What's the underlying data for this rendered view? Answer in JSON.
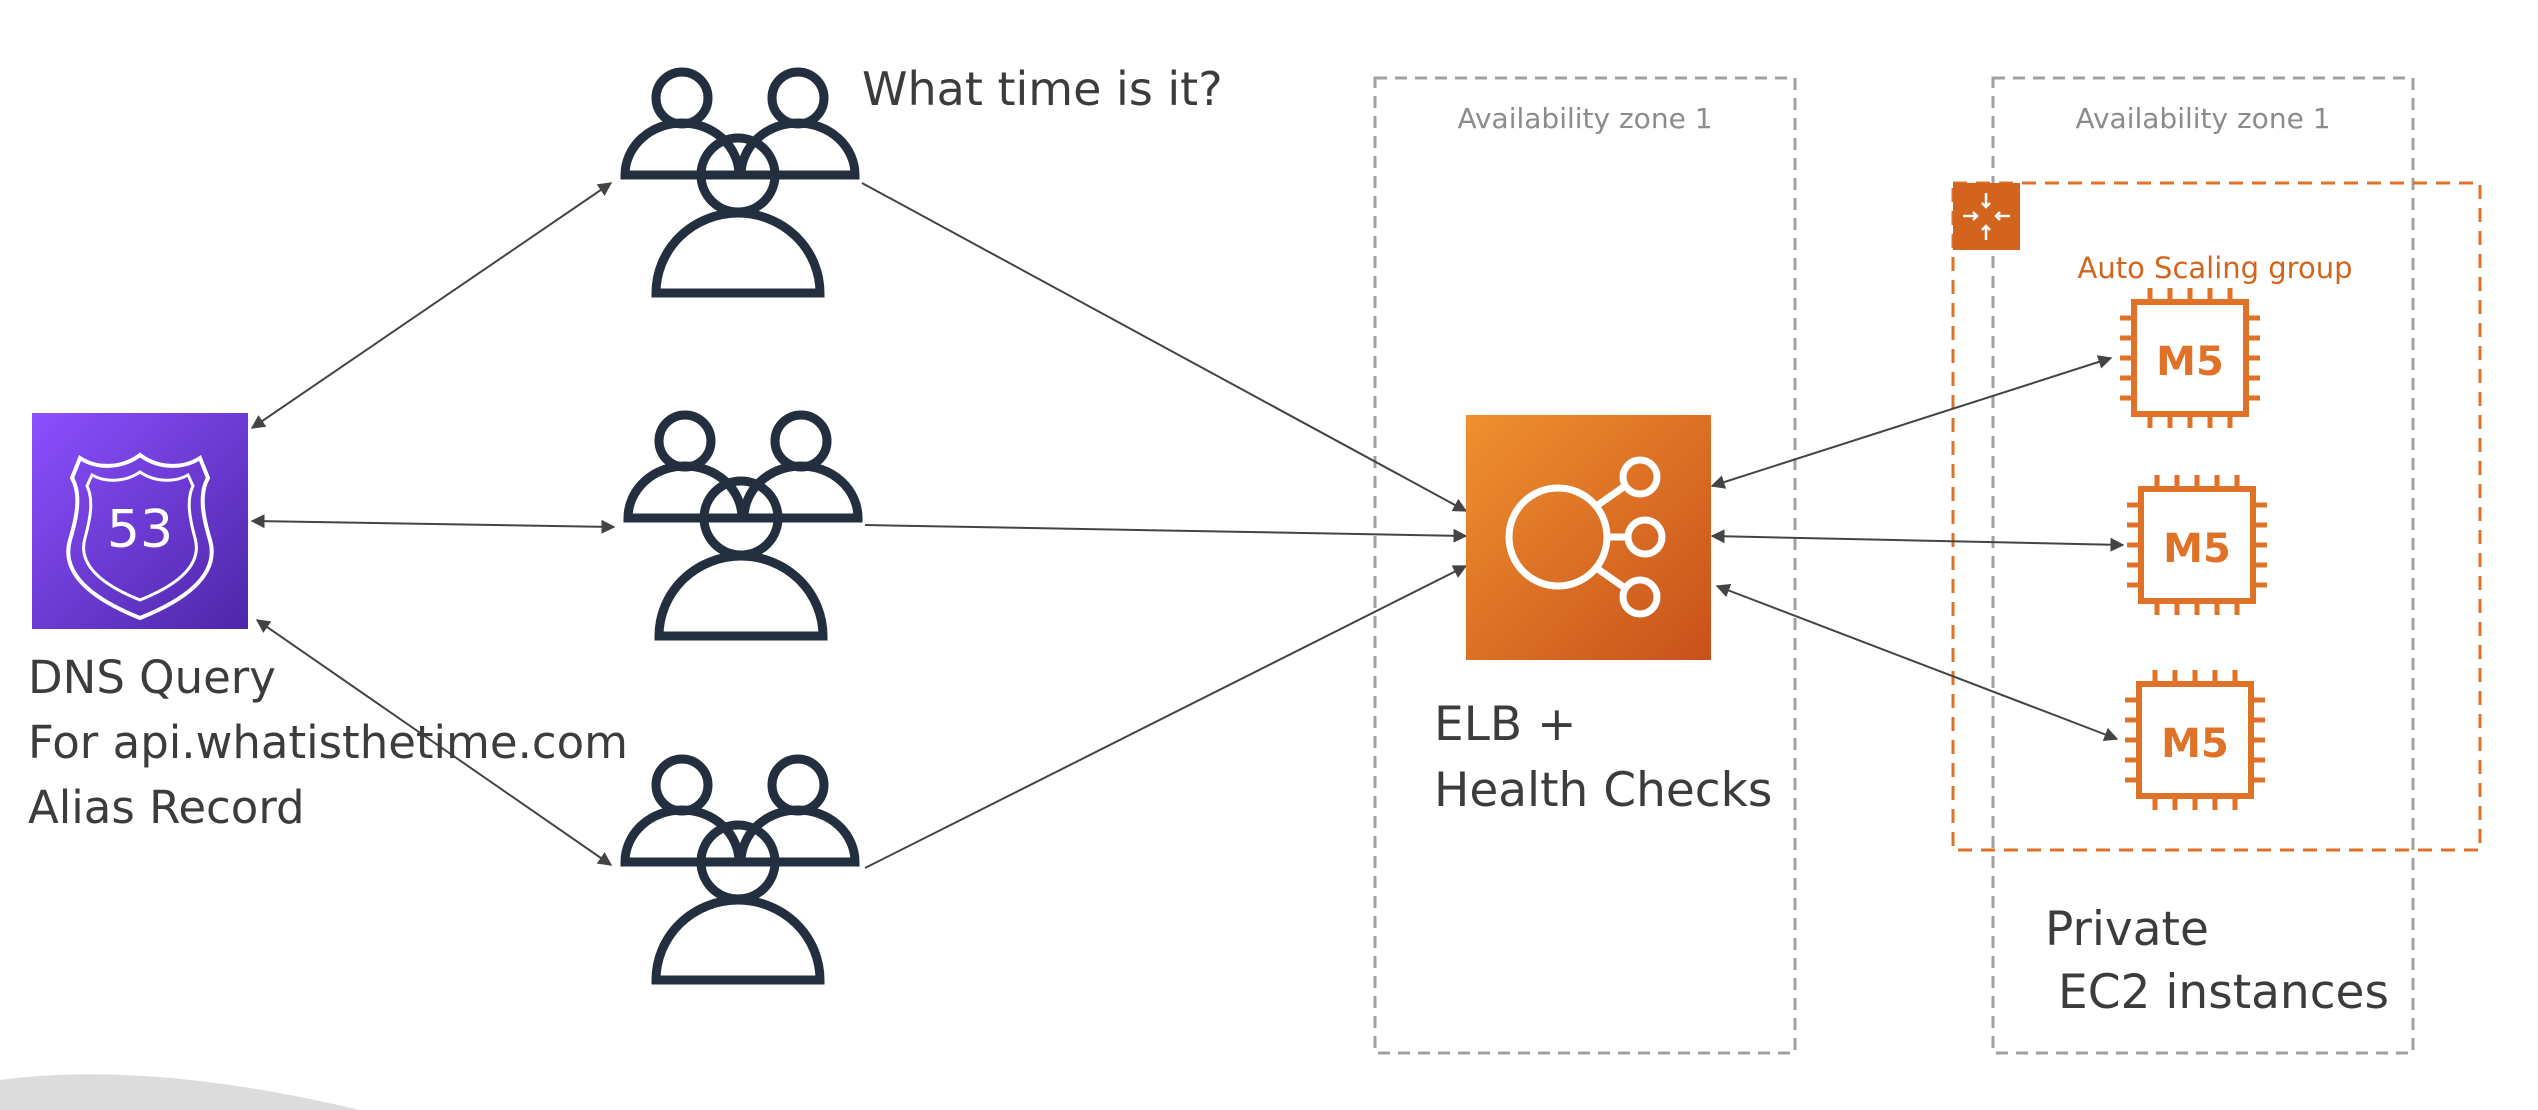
{
  "users": {
    "question": "What time is it?"
  },
  "route53": {
    "shield_number": "53",
    "caption_lines": [
      "DNS Query",
      "For api.whatisthetime.com",
      "Alias Record"
    ]
  },
  "availability_zones": [
    {
      "label": "Availability zone 1"
    },
    {
      "label": "Availability zone 1"
    }
  ],
  "elb": {
    "caption_lines": [
      "ELB +",
      "Health Checks"
    ]
  },
  "auto_scaling_group": {
    "label": "Auto Scaling group"
  },
  "instances": [
    {
      "type": "M5"
    },
    {
      "type": "M5"
    },
    {
      "type": "M5"
    }
  ],
  "private_caption_lines": [
    "Private",
    "EC2 instances"
  ],
  "colors": {
    "route53_top": "#8c4fff",
    "route53_bottom": "#4d27a8",
    "elb_top": "#f0902f",
    "elb_bottom": "#c8511b",
    "orange": "#e07227",
    "users": "#232f3e",
    "zone_border": "#a0a0a0"
  }
}
